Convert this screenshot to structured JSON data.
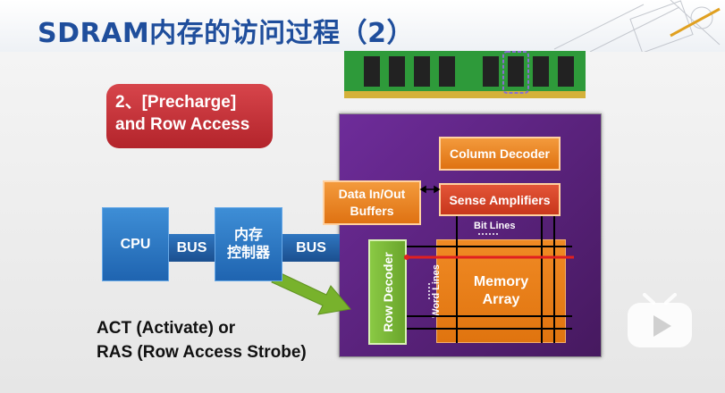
{
  "slide": {
    "title": "SDRAM内存的访问过程（2）",
    "step": {
      "line1": "2、[Precharge]",
      "line2": "and Row Access"
    }
  },
  "diagram": {
    "column_decoder": "Column Decoder",
    "sense_amplifiers": "Sense Amplifiers",
    "data_buffer": {
      "line1": "Data In/Out",
      "line2": "Buffers"
    },
    "memory_array": {
      "line1": "Memory",
      "line2": "Array"
    },
    "row_decoder": "Row Decoder",
    "word_lines": "Word Lines",
    "bit_lines": "Bit Lines",
    "cpu": "CPU",
    "controller": {
      "line1": "内存",
      "line2": "控制器"
    },
    "bus_left": "BUS",
    "bus_right": "BUS"
  },
  "caption": {
    "line1": "ACT (Activate) or",
    "line2": "RAS (Row Access Strobe)"
  },
  "colors": {
    "title": "#1f4e9c",
    "panel": "#5b2480",
    "orange": "#e77f18",
    "row_decoder": "#7bba38",
    "blue_box": "#2f7bc8",
    "active_row": "#e02020",
    "step_box": "#c43238"
  },
  "icons": {
    "player": "play-icon"
  }
}
